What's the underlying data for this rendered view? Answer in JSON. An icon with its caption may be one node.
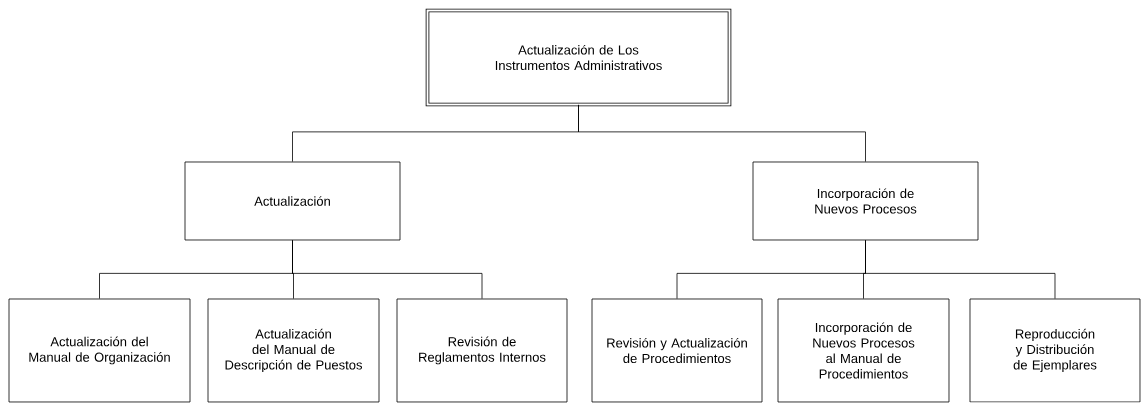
{
  "diagram": {
    "nodes": [
      {
        "text": [
          "Actualización de Los Instrumentos Administrativos"
        ]
      },
      {
        "text": [
          "Actualización"
        ]
      },
      {
        "text": [
          "Incorporación de Nuevos Procesos"
        ]
      },
      {
        "text": [
          "Actualización del Manual de Organización"
        ]
      },
      {
        "text": [
          "Actualización del Manual de Descripción de Puestos"
        ]
      },
      {
        "text": [
          "Revisión de Reglamentos Internos"
        ]
      },
      {
        "text": [
          "Revisión y Actualización de Procedimientos"
        ]
      },
      {
        "text": [
          "Incorporación de Nuevos Procesos al Manual de Procedimientos"
        ]
      },
      {
        "text": [
          "Reproducción y Distribución de Ejemplares"
        ]
      }
    ],
    "edges": [
      {
        "from": 0,
        "to": 1,
        "arrow": "none"
      },
      {
        "from": 0,
        "to": 2,
        "arrow": "none"
      },
      {
        "from": 1,
        "to": 3,
        "arrow": "none"
      },
      {
        "from": 1,
        "to": 4,
        "arrow": "none"
      },
      {
        "from": 1,
        "to": 5,
        "arrow": "none"
      },
      {
        "from": 2,
        "to": 6,
        "arrow": "none"
      },
      {
        "from": 2,
        "to": 7,
        "arrow": "none"
      },
      {
        "from": 2,
        "to": 8,
        "arrow": "none"
      }
    ]
  }
}
